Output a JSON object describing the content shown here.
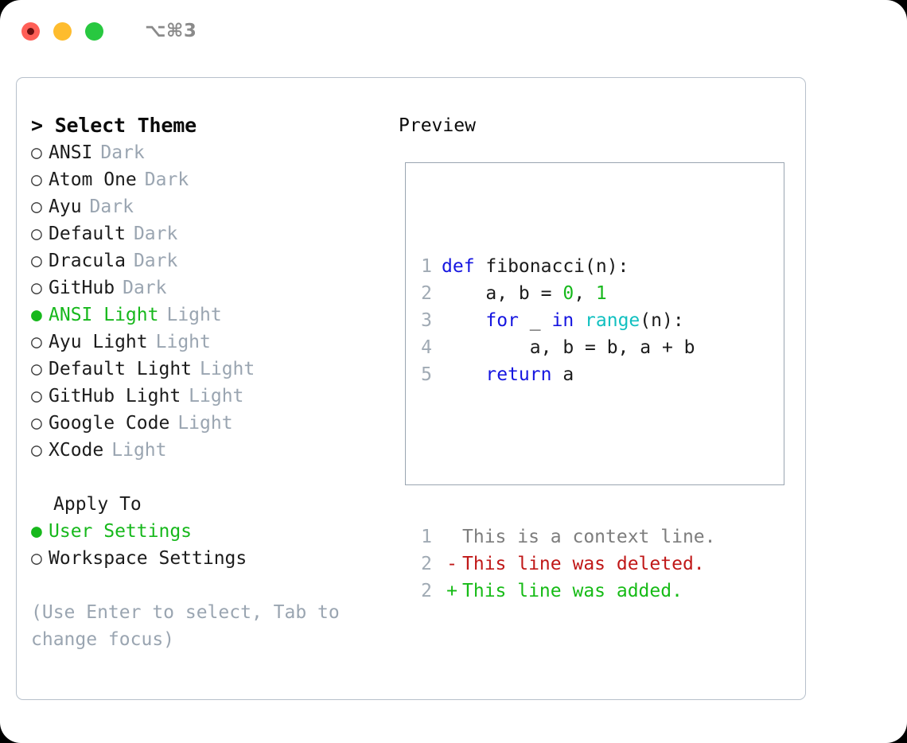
{
  "titlebar": {
    "shortcut": "⌥⌘3",
    "lights": [
      "close",
      "minimize",
      "zoom"
    ]
  },
  "left": {
    "header": "> Select Theme",
    "themes": [
      {
        "bullet": "○",
        "name": "ANSI",
        "kind": "Dark",
        "selected": false
      },
      {
        "bullet": "○",
        "name": "Atom One",
        "kind": "Dark",
        "selected": false
      },
      {
        "bullet": "○",
        "name": "Ayu",
        "kind": "Dark",
        "selected": false
      },
      {
        "bullet": "○",
        "name": "Default",
        "kind": "Dark",
        "selected": false
      },
      {
        "bullet": "○",
        "name": "Dracula",
        "kind": "Dark",
        "selected": false
      },
      {
        "bullet": "○",
        "name": "GitHub",
        "kind": "Dark",
        "selected": false
      },
      {
        "bullet": "●",
        "name": "ANSI Light",
        "kind": "Light",
        "selected": true
      },
      {
        "bullet": "○",
        "name": "Ayu Light",
        "kind": "Light",
        "selected": false
      },
      {
        "bullet": "○",
        "name": "Default Light",
        "kind": "Light",
        "selected": false
      },
      {
        "bullet": "○",
        "name": "GitHub Light",
        "kind": "Light",
        "selected": false
      },
      {
        "bullet": "○",
        "name": "Google Code",
        "kind": "Light",
        "selected": false
      },
      {
        "bullet": "○",
        "name": "XCode",
        "kind": "Light",
        "selected": false
      }
    ],
    "apply_to": {
      "title": "Apply To",
      "options": [
        {
          "bullet": "●",
          "label": "User Settings",
          "selected": true
        },
        {
          "bullet": "○",
          "label": "Workspace Settings",
          "selected": false
        }
      ]
    },
    "hint": "(Use Enter to select, Tab to change focus)"
  },
  "right": {
    "title": "Preview",
    "code": [
      {
        "ln": "1",
        "tokens": [
          {
            "t": "def",
            "c": "kw"
          },
          {
            "t": " fibonacci(n):",
            "c": "src"
          }
        ]
      },
      {
        "ln": "2",
        "tokens": [
          {
            "t": "    a, b = ",
            "c": "src"
          },
          {
            "t": "0",
            "c": "num"
          },
          {
            "t": ", ",
            "c": "src"
          },
          {
            "t": "1",
            "c": "num"
          }
        ]
      },
      {
        "ln": "3",
        "tokens": [
          {
            "t": "    ",
            "c": "src"
          },
          {
            "t": "for",
            "c": "kw"
          },
          {
            "t": " _ ",
            "c": "src"
          },
          {
            "t": "in",
            "c": "kw"
          },
          {
            "t": " ",
            "c": "src"
          },
          {
            "t": "range",
            "c": "fn"
          },
          {
            "t": "(n):",
            "c": "src"
          }
        ]
      },
      {
        "ln": "4",
        "tokens": [
          {
            "t": "        a, b = b, a + b",
            "c": "src"
          }
        ]
      },
      {
        "ln": "5",
        "tokens": [
          {
            "t": "    ",
            "c": "src"
          },
          {
            "t": "return",
            "c": "kw"
          },
          {
            "t": " a",
            "c": "src"
          }
        ]
      }
    ],
    "diff": [
      {
        "ln": "1",
        "mark": " ",
        "text": "This is a context line.",
        "kind": "ctx"
      },
      {
        "ln": "2",
        "mark": "-",
        "text": "This line was deleted.",
        "kind": "del"
      },
      {
        "ln": "2",
        "mark": "+",
        "text": "This line was added.",
        "kind": "add"
      }
    ]
  },
  "colors": {
    "accent_green": "#17b81c",
    "muted": "#9aa5b1",
    "keyword_blue": "#1515e0",
    "function_cyan": "#11c0c0",
    "diff_delete": "#c01818",
    "diff_add": "#16bb16",
    "panel_border": "#b7c0cb",
    "code_border": "#9aa5b1"
  }
}
